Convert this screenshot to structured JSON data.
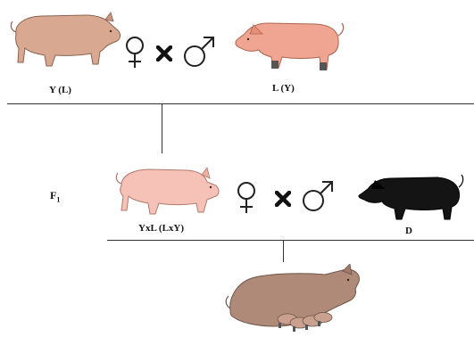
{
  "labels": {
    "gen0_female": "Y (L)",
    "gen0_male": "L (Y)",
    "f1_label_base": "F",
    "f1_label_sub": "1",
    "f1_female": "YxL (LxY)",
    "f1_male": "D"
  },
  "symbols": {
    "female": "♀",
    "cross": "x",
    "male": "♂"
  },
  "colors": {
    "yorkshire_pig": "#d9a890",
    "landrace_pig": "#f0a592",
    "f1_pig": "#f6c2b8",
    "duroc_pig": "#141414",
    "sow_pig": "#b08a78",
    "lines": "#333333"
  },
  "icons": [
    "pig-yorkshire-icon",
    "pig-landrace-icon",
    "pig-f1-crossbred-icon",
    "pig-duroc-icon",
    "sow-with-piglets-icon"
  ]
}
